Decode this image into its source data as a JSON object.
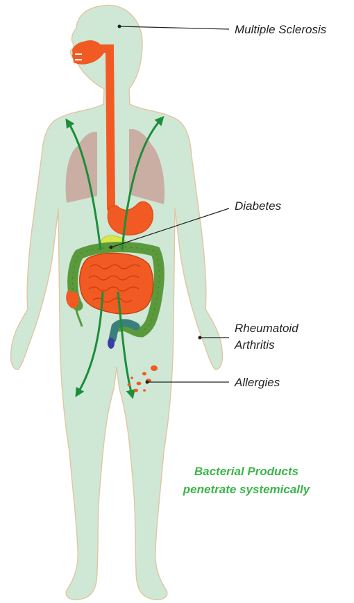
{
  "labels": {
    "multiple_sclerosis": "Multiple Sclerosis",
    "diabetes": "Diabetes",
    "rheumatoid_line1": "Rheumatoid",
    "rheumatoid_line2": "Arthritis",
    "allergies": "Allergies"
  },
  "caption": {
    "line1": "Bacterial Products",
    "line2": "penetrate systemically"
  },
  "colors": {
    "body": "#cfe8d6",
    "body_outline": "#e2c6a5",
    "digestive": "#f15a22",
    "lungs": "#c9a39a",
    "colon": "#5a9a3c",
    "arrows": "#1b8e3a",
    "caption": "#3cb54a",
    "leader_lines": "#222222"
  }
}
